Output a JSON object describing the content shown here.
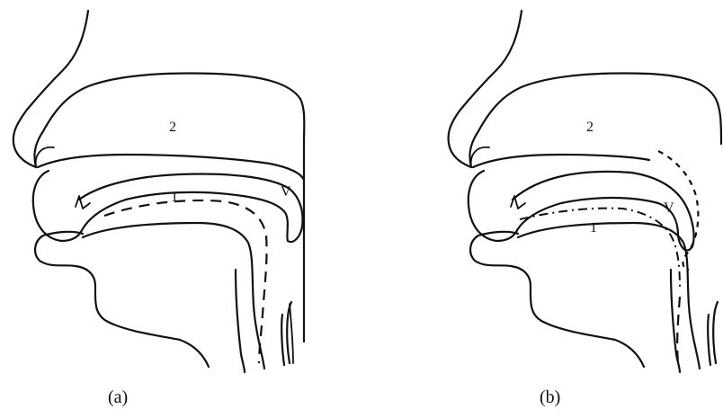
{
  "figures": [
    {
      "id": "a",
      "caption": "(a)",
      "labels": {
        "cavity_top": "2",
        "passage": "1",
        "velum": "V"
      }
    },
    {
      "id": "b",
      "caption": "(b)",
      "labels": {
        "cavity_top": "2",
        "passage": "1",
        "velum": "V"
      }
    }
  ]
}
